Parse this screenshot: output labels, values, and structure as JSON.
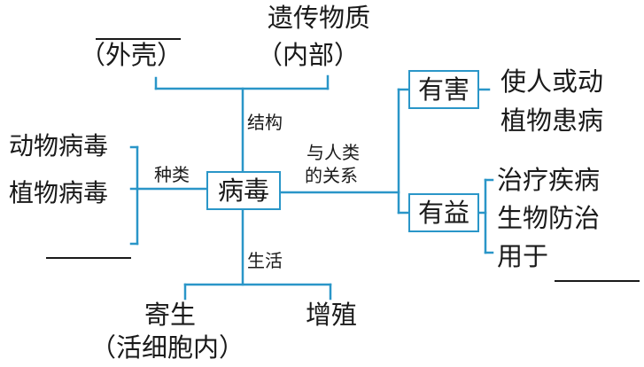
{
  "center": {
    "label": "病毒"
  },
  "structure": {
    "branch_label": "结构",
    "inner_top": "遗传物质",
    "inner_bottom": "（内部）",
    "outer": "（外壳）"
  },
  "types": {
    "branch_label": "种类",
    "items": [
      "动物病毒",
      "植物病毒"
    ]
  },
  "life": {
    "branch_label": "生活",
    "parasitism_top": "寄生",
    "parasitism_bottom": "（活细胞内）",
    "reproduction": "增殖"
  },
  "relation": {
    "branch_label_1": "与人类",
    "branch_label_2": "的关系",
    "harmful": {
      "label": "有害",
      "effect_1": "使人或动",
      "effect_2": "植物患病"
    },
    "beneficial": {
      "label": "有益",
      "items": [
        "治疗疾病",
        "生物防治",
        "用于"
      ]
    }
  },
  "colors": {
    "line": "#2a96c8",
    "text": "#1a1a1a"
  }
}
